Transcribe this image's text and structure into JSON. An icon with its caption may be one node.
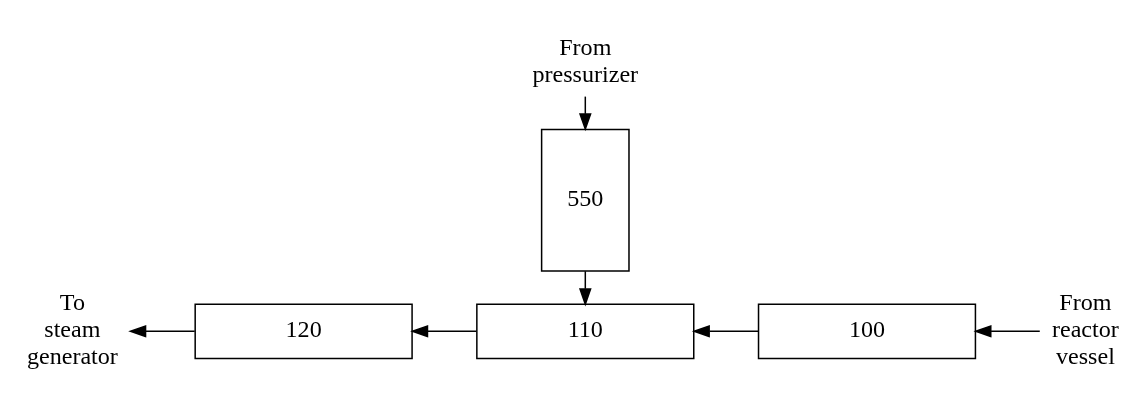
{
  "diagram": {
    "nodes": [
      {
        "text": [
          "From pressurizer"
        ]
      },
      {
        "text": [
          "550"
        ]
      },
      {
        "text": [
          "To steam generator"
        ]
      },
      {
        "text": [
          "120"
        ]
      },
      {
        "text": [
          "110"
        ]
      },
      {
        "text": [
          "100"
        ]
      },
      {
        "text": [
          "From reactor vessel"
        ]
      }
    ],
    "edges": [
      {
        "from": 0,
        "to": 1,
        "arrow": "to"
      },
      {
        "from": 1,
        "to": 4,
        "arrow": "to"
      },
      {
        "from": 6,
        "to": 5,
        "arrow": "to"
      },
      {
        "from": 5,
        "to": 4,
        "arrow": "to"
      },
      {
        "from": 4,
        "to": 3,
        "arrow": "to"
      },
      {
        "from": 3,
        "to": 2,
        "arrow": "to"
      }
    ]
  }
}
